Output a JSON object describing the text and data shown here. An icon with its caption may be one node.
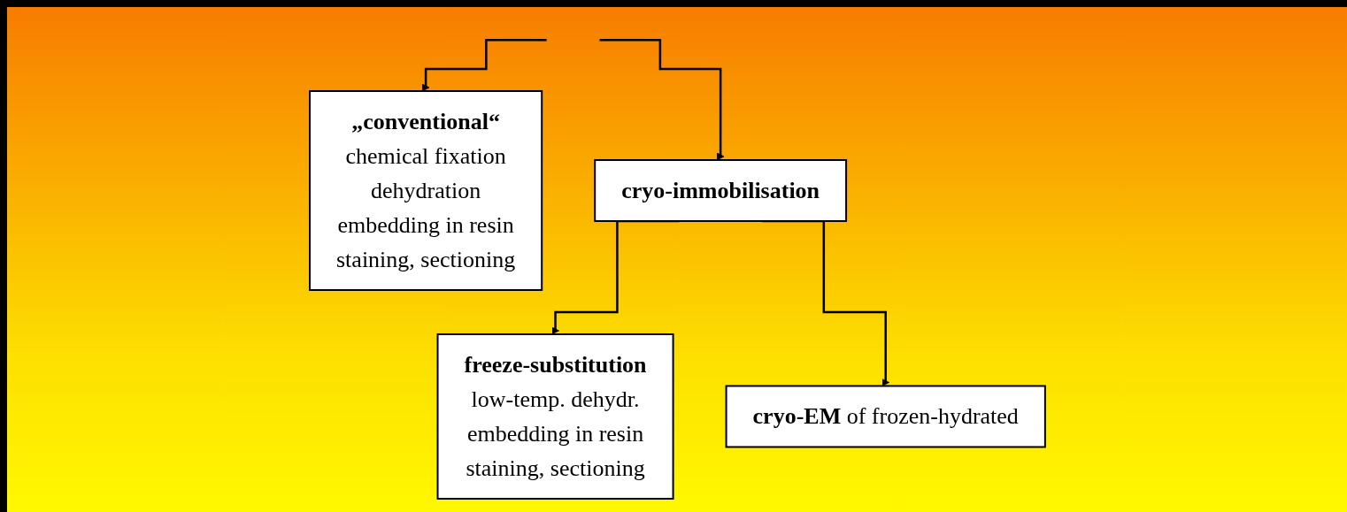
{
  "diagram": {
    "nodes": [
      {
        "text": [
          "„conventional“",
          "chemical fixation",
          "dehydration",
          "embedding in resin",
          "staining, sectioning"
        ]
      },
      {
        "text": [
          "cryo-immobilisation"
        ]
      },
      {
        "text": [
          "freeze-substitution",
          "low-temp. dehydr.",
          "embedding in resin",
          "staining, sectioning"
        ]
      },
      {
        "text": [
          "**cryo-EM** of frozen-hydrated"
        ]
      }
    ],
    "edges": [
      {
        "from": null,
        "to": 0,
        "arrow": "to"
      },
      {
        "from": null,
        "to": 1,
        "arrow": "to"
      },
      {
        "from": 1,
        "to": 2,
        "arrow": "to"
      },
      {
        "from": 1,
        "to": 3,
        "arrow": "to"
      }
    ]
  }
}
